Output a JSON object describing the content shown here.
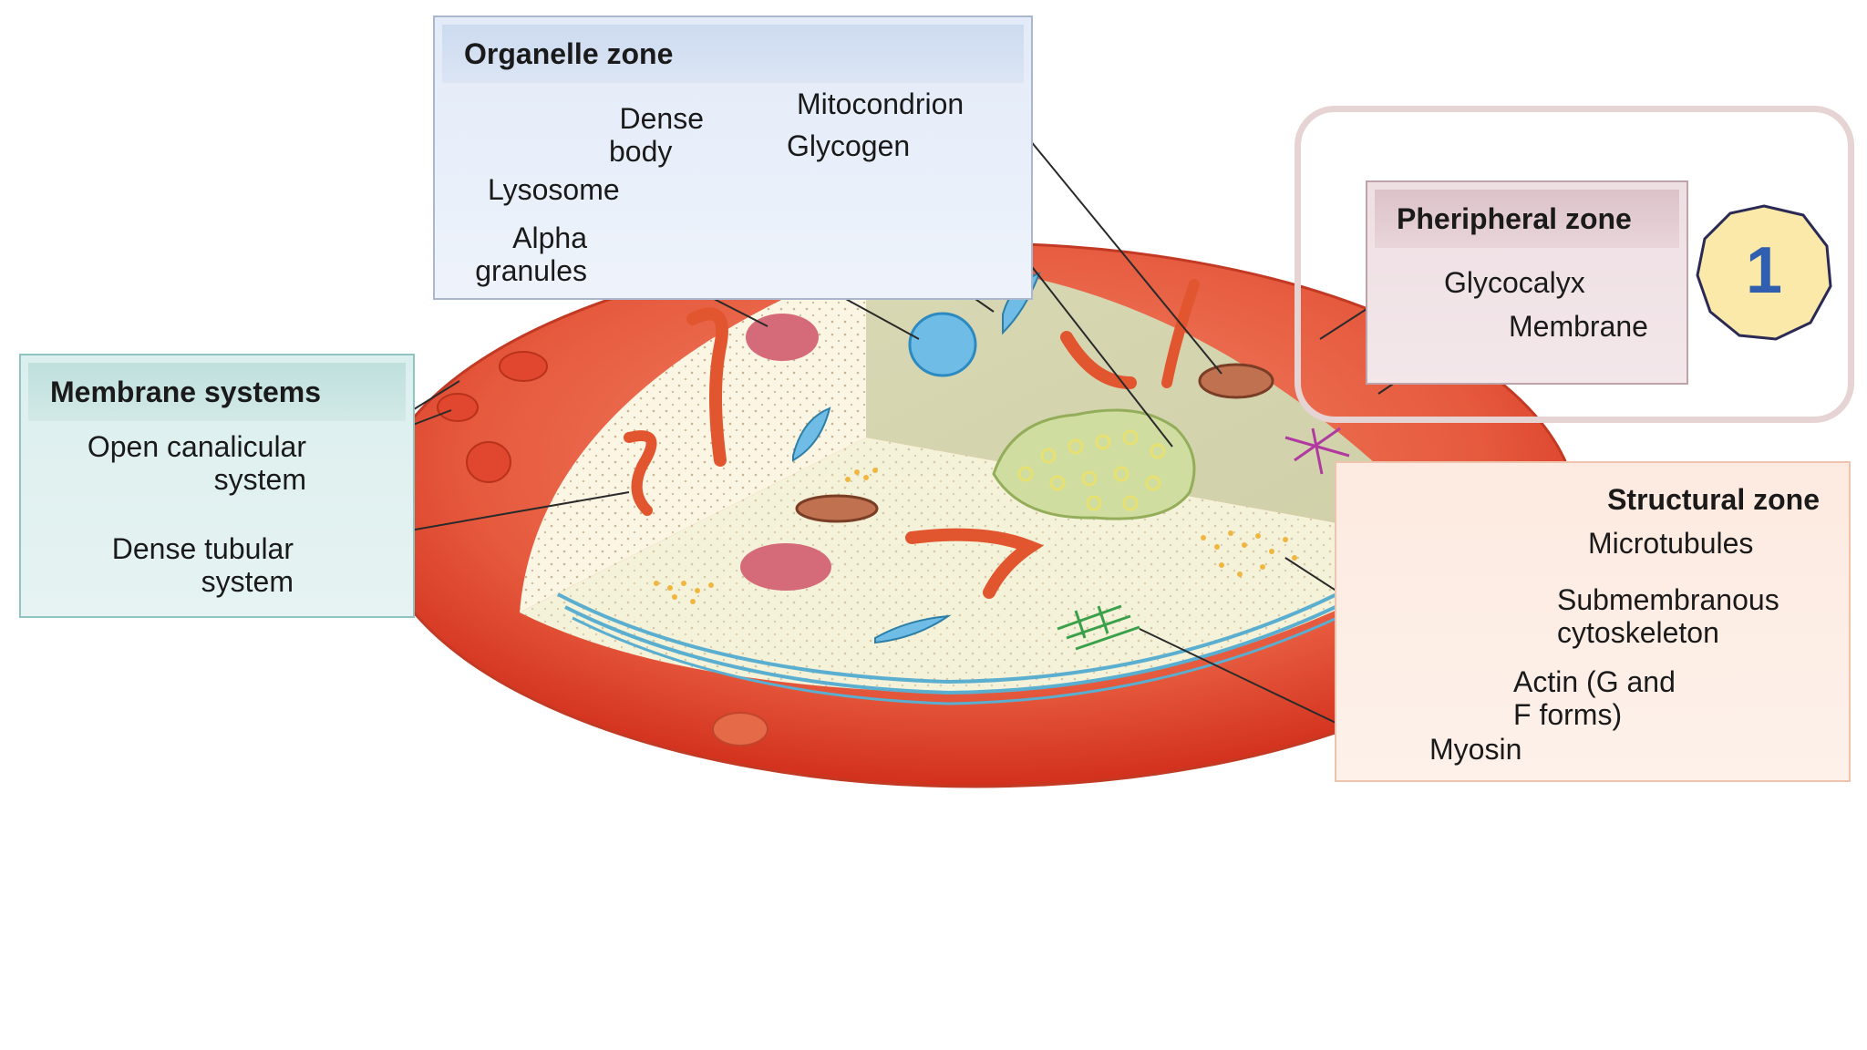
{
  "zones": {
    "organelle": {
      "title": "Organelle zone",
      "labels": {
        "mitocondrion": "Mitocondrion",
        "dense_body_1": "Dense",
        "dense_body_2": "body",
        "glycogen": "Glycogen",
        "lysosome": "Lysosome",
        "alpha_1": "Alpha",
        "alpha_2": "granules"
      }
    },
    "membrane_systems": {
      "title": "Membrane systems",
      "labels": {
        "open_1": "Open canalicular",
        "open_2": "system",
        "dense_1": "Dense tubular",
        "dense_2": "system"
      }
    },
    "peripheral": {
      "title": "Pheripheral zone",
      "labels": {
        "glycocalyx": "Glycocalyx",
        "membrane": "Membrane"
      }
    },
    "structural": {
      "title": "Structural zone",
      "labels": {
        "microtubules": "Microtubules",
        "submem_1": "Submembranous",
        "submem_2": "cytoskeleton",
        "actin_1": "Actin (G and",
        "actin_2": "F forms)",
        "myosin": "Myosin"
      }
    }
  },
  "badge": {
    "number": "1",
    "color": "#fbe9a9"
  },
  "colors": {
    "membrane_red": "#e0442a",
    "cytoplasm": "#fbf6e6",
    "microtubule_blue": "#5aaed0"
  }
}
